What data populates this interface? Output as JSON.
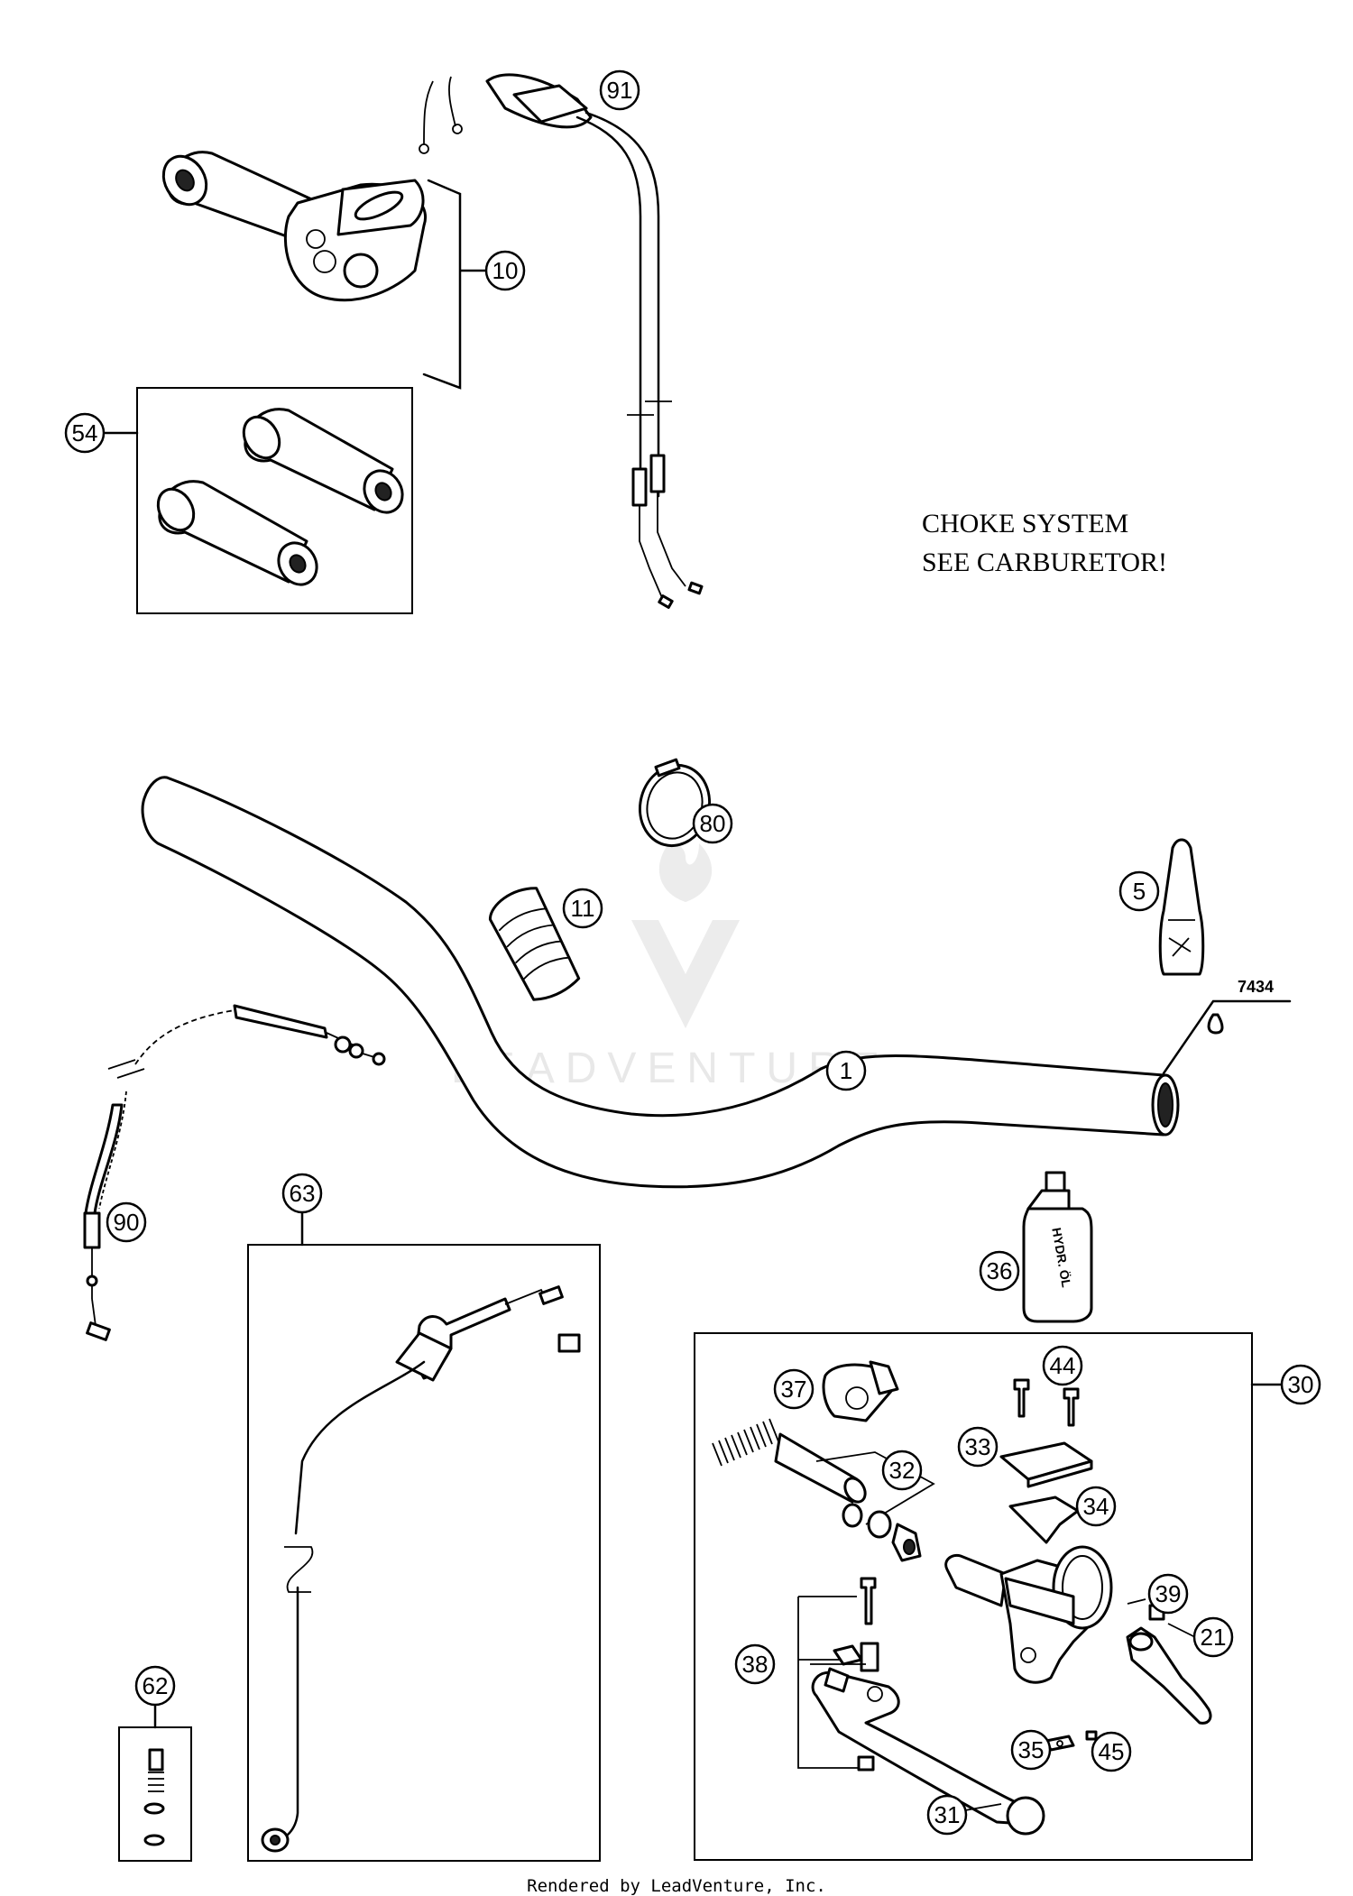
{
  "notes": {
    "choke_line1": "CHOKE SYSTEM",
    "choke_line2": "SEE CARBURETOR!"
  },
  "reference_label": "7434",
  "watermark": "LEADVENTURE",
  "footer": "Rendered by LeadVenture, Inc.",
  "callouts": {
    "c1": "1",
    "c5": "5",
    "c10": "10",
    "c11": "11",
    "c21": "21",
    "c30": "30",
    "c31": "31",
    "c32": "32",
    "c33": "33",
    "c34": "34",
    "c35": "35",
    "c36": "36",
    "c37": "37",
    "c38": "38",
    "c39": "39",
    "c44": "44",
    "c45": "45",
    "c54": "54",
    "c62": "62",
    "c63": "63",
    "c80": "80",
    "c90": "90",
    "c91": "91"
  },
  "labels": {
    "bottle_text": "HYDR. ÖL"
  }
}
